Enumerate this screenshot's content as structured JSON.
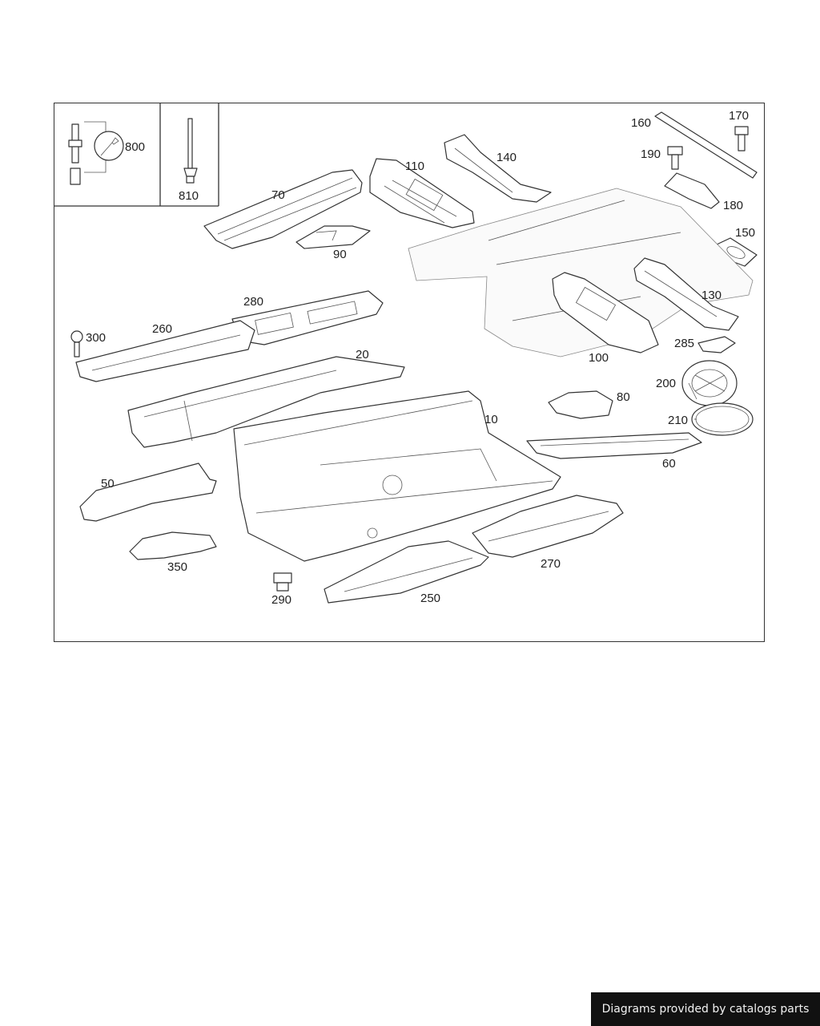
{
  "labels": {
    "p10": "10",
    "p20": "20",
    "p50": "50",
    "p60": "60",
    "p70": "70",
    "p80": "80",
    "p90": "90",
    "p100": "100",
    "p110": "110",
    "p130": "130",
    "p140": "140",
    "p150": "150",
    "p160": "160",
    "p170": "170",
    "p180": "180",
    "p190": "190",
    "p200": "200",
    "p210": "210",
    "p250": "250",
    "p260": "260",
    "p270": "270",
    "p280": "280",
    "p285": "285",
    "p290": "290",
    "p300": "300",
    "p350": "350",
    "p800": "800",
    "p810": "810"
  },
  "footer": {
    "text": "Diagrams provided by catalogs parts"
  },
  "colors": {
    "line": "#333333",
    "footer_bg": "#111111"
  },
  "icons": {
    "wrench": "wrench-icon"
  }
}
